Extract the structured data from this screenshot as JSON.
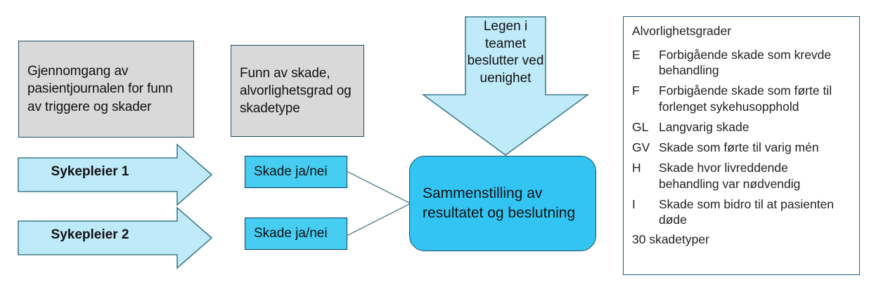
{
  "diagram": {
    "boxes": {
      "review": "Gjennomgang av pasientjournalen for funn av triggere og skader",
      "finding": "Funn av skade, alvorlighetsgrad og skadetype",
      "summary": "Sammenstilling av resultatet og beslutning"
    },
    "arrows": {
      "nurse1": "Sykepleier 1",
      "nurse2": "Sykepleier 2",
      "doctor": "Legen i teamet beslutter ved uenighet"
    },
    "decisions": {
      "damage1": "Skade ja/nei",
      "damage2": "Skade ja/nei"
    },
    "colors": {
      "gray_fill": "#D9D9D9",
      "gray_border": "#1F4E5F",
      "light_blue_fill": "#BFEAF9",
      "light_blue_border": "#3E7C8C",
      "cyan_fill": "#45CDF2",
      "cyan_border": "#0B3C5D",
      "round_fill": "#32C5F4",
      "legend_border": "#1F6080",
      "connector": "#5B7F93"
    }
  },
  "legend": {
    "title": "Alvorlighetsgrader",
    "rows": [
      {
        "code": "E",
        "desc": "Forbigående skade som krevde\nbehandling"
      },
      {
        "code": "F",
        "desc": "Forbigående skade som førte til\nforlenget sykehusopphold"
      },
      {
        "code": "GL",
        "desc": "Langvarig skade"
      },
      {
        "code": "GV",
        "desc": "Skade som førte til varig mén"
      },
      {
        "code": "H",
        "desc": "Skade hvor livreddende\nbehandling var nødvendig"
      },
      {
        "code": "I",
        "desc": "Skade som bidro til at pasienten\ndøde"
      }
    ],
    "footer": "30 skadetyper"
  }
}
